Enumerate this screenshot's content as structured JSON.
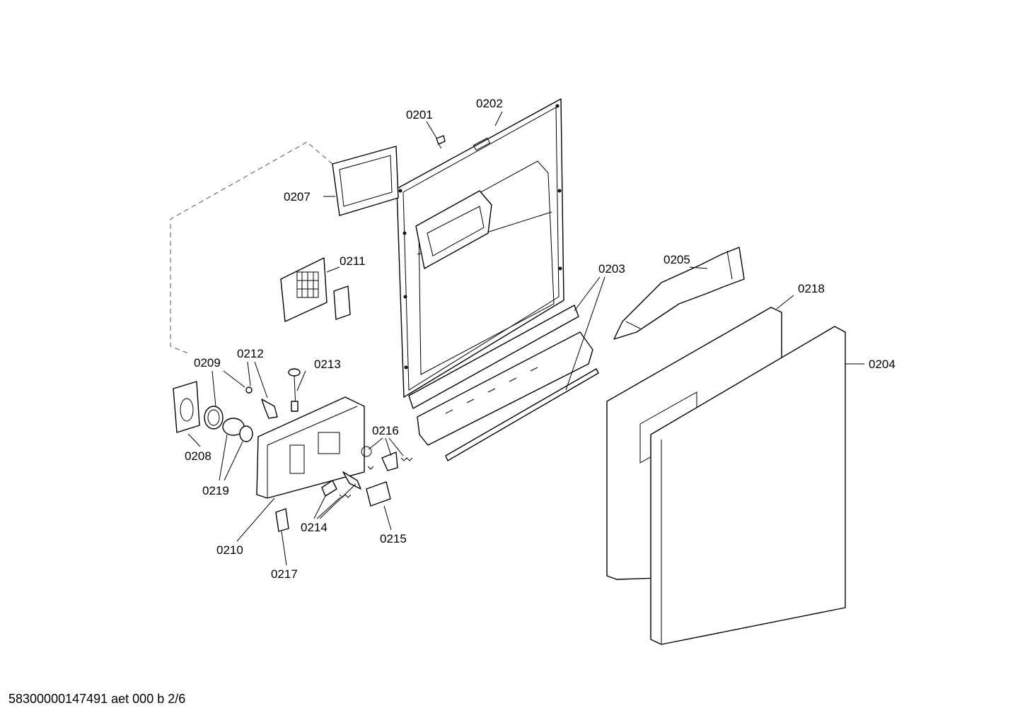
{
  "document_code": "58300000147491 aet 000 b 2/6",
  "parts": [
    {
      "id": "p0201",
      "label": "0201"
    },
    {
      "id": "p0202",
      "label": "0202"
    },
    {
      "id": "p0203",
      "label": "0203"
    },
    {
      "id": "p0204",
      "label": "0204"
    },
    {
      "id": "p0205",
      "label": "0205"
    },
    {
      "id": "p0207",
      "label": "0207"
    },
    {
      "id": "p0208",
      "label": "0208"
    },
    {
      "id": "p0209",
      "label": "0209"
    },
    {
      "id": "p0210",
      "label": "0210"
    },
    {
      "id": "p0211",
      "label": "0211"
    },
    {
      "id": "p0212",
      "label": "0212"
    },
    {
      "id": "p0213",
      "label": "0213"
    },
    {
      "id": "p0214",
      "label": "0214"
    },
    {
      "id": "p0215",
      "label": "0215"
    },
    {
      "id": "p0216",
      "label": "0216"
    },
    {
      "id": "p0217",
      "label": "0217"
    },
    {
      "id": "p0218",
      "label": "0218"
    },
    {
      "id": "p0219",
      "label": "0219"
    }
  ]
}
